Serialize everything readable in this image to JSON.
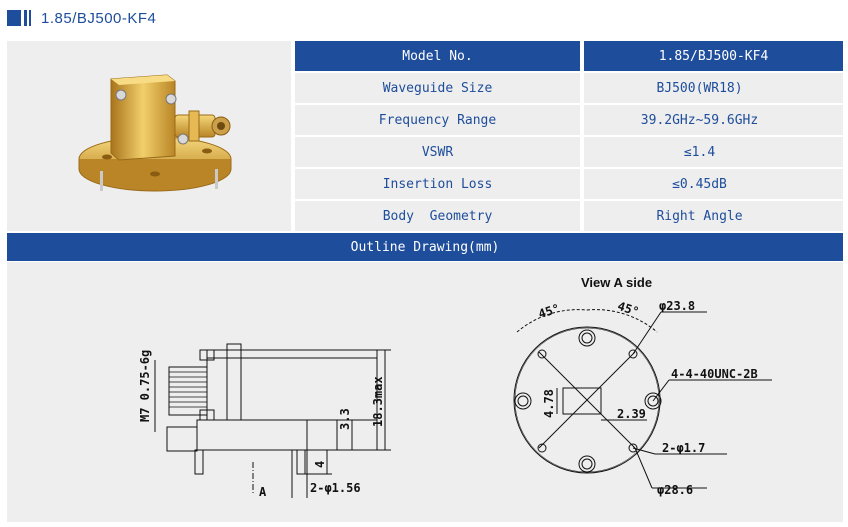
{
  "header": {
    "title": "1.85/BJ500-KF4"
  },
  "spec_table": {
    "head": {
      "label": "Model No.",
      "value": "1.85/BJ500-KF4"
    },
    "rows": [
      {
        "label": "Waveguide Size",
        "value": "BJ500(WR18)"
      },
      {
        "label": "Frequency Range",
        "value": "39.2GHz~59.6GHz"
      },
      {
        "label": "VSWR",
        "value": "≤1.4"
      },
      {
        "label": "Insertion Loss",
        "value": "≤0.45dB"
      },
      {
        "label": "Body  Geometry",
        "value": "Right Angle"
      }
    ]
  },
  "outline": {
    "title": "Outline Drawing(mm)"
  },
  "drawing": {
    "side": {
      "thread": "M7 0.75-6g",
      "height": "18.3max",
      "dim_3_3": "3.3",
      "dim_4": "4",
      "pins": "2-φ1.56",
      "view_mark": "A"
    },
    "front": {
      "title": "View A side",
      "angle_left": "45°",
      "angle_right": "45°",
      "bolt_circle": "φ23.8",
      "thread_holes": "4-4-40UNC-2B",
      "dim_4_78": "4.78",
      "dim_2_39": "2.39",
      "pin_holes": "2-φ1.7",
      "outer_dia": "φ28.6"
    }
  },
  "colors": {
    "accent": "#1e4d9b",
    "panel": "#eeeeee",
    "gold": "#d9a23a"
  }
}
